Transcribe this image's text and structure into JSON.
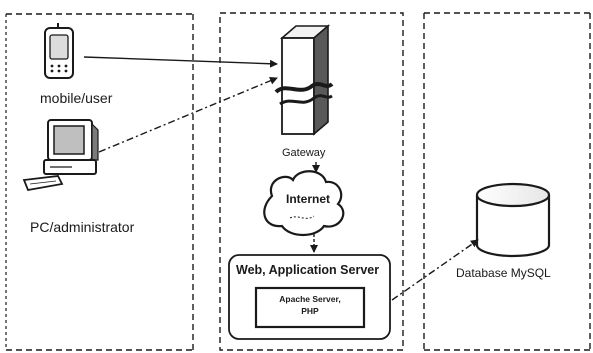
{
  "diagram": {
    "nodes": {
      "mobile_user": {
        "label": "mobile/user",
        "icon": "mobile-device-icon"
      },
      "pc_admin": {
        "label": "PC/administrator",
        "icon": "desktop-computer-icon"
      },
      "gateway": {
        "label": "Gateway",
        "icon": "server-tower-icon"
      },
      "internet": {
        "label": "Internet",
        "icon": "cloud-icon"
      },
      "web_server": {
        "title": "Web, Application Server",
        "inner_line1": "Apache Server,",
        "inner_line2": "PHP"
      },
      "database": {
        "label": "Database MySQL",
        "icon": "database-cylinder-icon"
      }
    },
    "edges": [
      {
        "from": "mobile_user",
        "to": "gateway",
        "style": "solid"
      },
      {
        "from": "pc_admin",
        "to": "gateway",
        "style": "dash-dot"
      },
      {
        "from": "gateway",
        "to": "internet",
        "style": "dashed"
      },
      {
        "from": "internet",
        "to": "web_server",
        "style": "dashed"
      },
      {
        "from": "web_server",
        "to": "database",
        "style": "dash-dot"
      }
    ],
    "colors": {
      "ink": "#1a1a1a",
      "background": "#ffffff"
    }
  }
}
